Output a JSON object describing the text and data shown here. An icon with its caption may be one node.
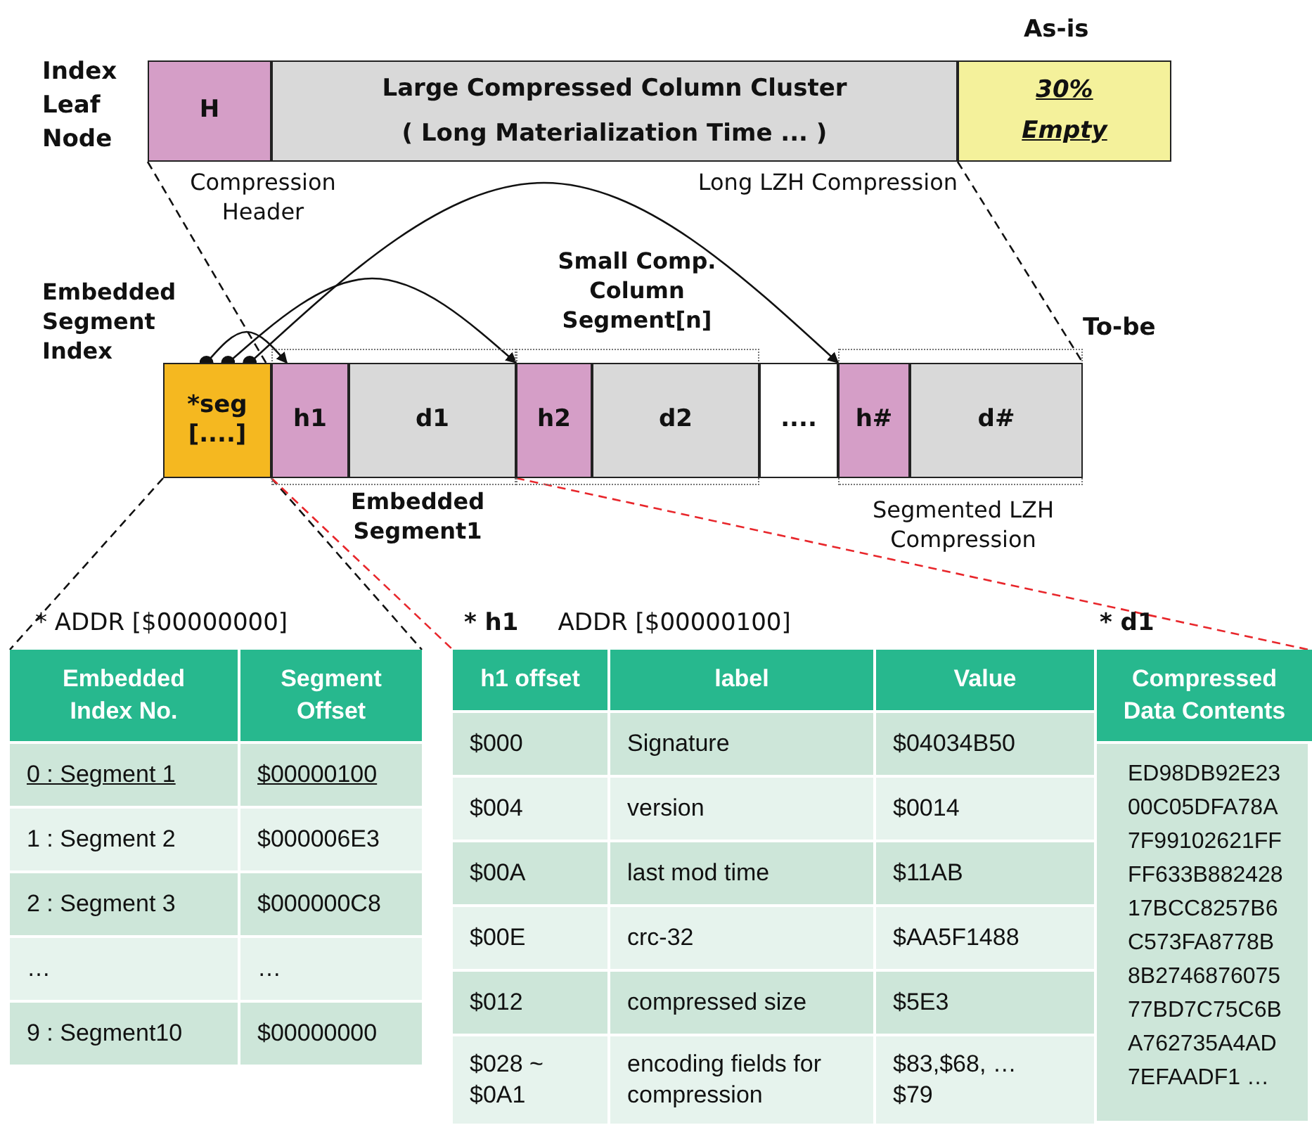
{
  "diagram": {
    "nodes": [
      {
        "text": [
          "H"
        ],
        "beside": [
          "Compression Header"
        ]
      },
      {
        "text": [
          "Large Compressed Column Cluster",
          "( Long Materialization Time ... )"
        ],
        "beside": [
          "Long LZH Compression"
        ]
      },
      {
        "text": [
          "30% Empty"
        ]
      },
      {
        "text": [
          "*seg [....]"
        ],
        "beside": [
          "Embedded Segment Index"
        ]
      },
      {
        "text": [
          "Embedded Segment1"
        ]
      },
      {
        "text": [
          "h1"
        ],
        "in": 4
      },
      {
        "text": [
          "d1"
        ],
        "in": 4
      },
      {
        "text": [
          "Small Comp. Column Segment[n]"
        ]
      },
      {
        "text": [
          "h2"
        ],
        "in": 7
      },
      {
        "text": [
          "d2"
        ],
        "in": 7
      },
      {
        "text": [
          "...."
        ]
      },
      {
        "text": [
          "Segmented LZH Compression"
        ]
      },
      {
        "text": [
          "h#"
        ],
        "in": 11
      },
      {
        "text": [
          "d#"
        ],
        "in": 11
      },
      {
        "text": [
          "* ADDR [$00000000]"
        ]
      },
      {
        "text": [
          "* h1",
          "ADDR [$00000100]"
        ]
      },
      {
        "text": [
          "* d1"
        ]
      }
    ],
    "edges": [
      {
        "from": 0,
        "to": 3,
        "arrow": "none",
        "style": "dashed"
      },
      {
        "from": 2,
        "to": 13,
        "arrow": "none",
        "style": "dashed"
      },
      {
        "from": 3,
        "to": 5,
        "arrow": "to"
      },
      {
        "from": 3,
        "to": 8,
        "arrow": "to"
      },
      {
        "from": 3,
        "to": 12,
        "arrow": "to"
      },
      {
        "from": 3,
        "to": 14,
        "arrow": "none",
        "style": "dashed"
      },
      {
        "from": 3,
        "to": 14,
        "arrow": "none",
        "style": "dashed"
      },
      {
        "from": 5,
        "to": 15,
        "arrow": "none",
        "style": "dashed",
        "color": "#e8262b"
      },
      {
        "from": 6,
        "to": 16,
        "arrow": "none",
        "style": "dashed",
        "color": "#e8262b"
      }
    ],
    "labels": [
      "Index Leaf Node",
      "As-is",
      "To-be",
      "Embedded Index No.",
      "Segment Offset",
      "0 : Segment 1",
      "$00000100",
      "1 : Segment 2",
      "$000006E3",
      "2 : Segment 3",
      "$000000C8",
      "…",
      "…",
      "9 : Segment10",
      "$00000000",
      "h1 offset",
      "label",
      "Value",
      "$000",
      "Signature",
      "$04034B50",
      "$004",
      "version",
      "$0014",
      "$00A",
      "last mod time",
      "$11AB",
      "$00E",
      "crc-32",
      "$AA5F1488",
      "$012",
      "compressed size",
      "$5E3",
      "$028 ~ $0A1",
      "encoding fields for compression",
      "$83,$68, … $79",
      "Compressed Data Contents",
      "ED98DB92E23 00C05DFA78A 7F99102621FF FF633B882428 17BCC8257B6 C573FA8778B 8B2746876075 77BD7C75C6B A762735A4AD 7EFAADF1 …"
    ]
  }
}
